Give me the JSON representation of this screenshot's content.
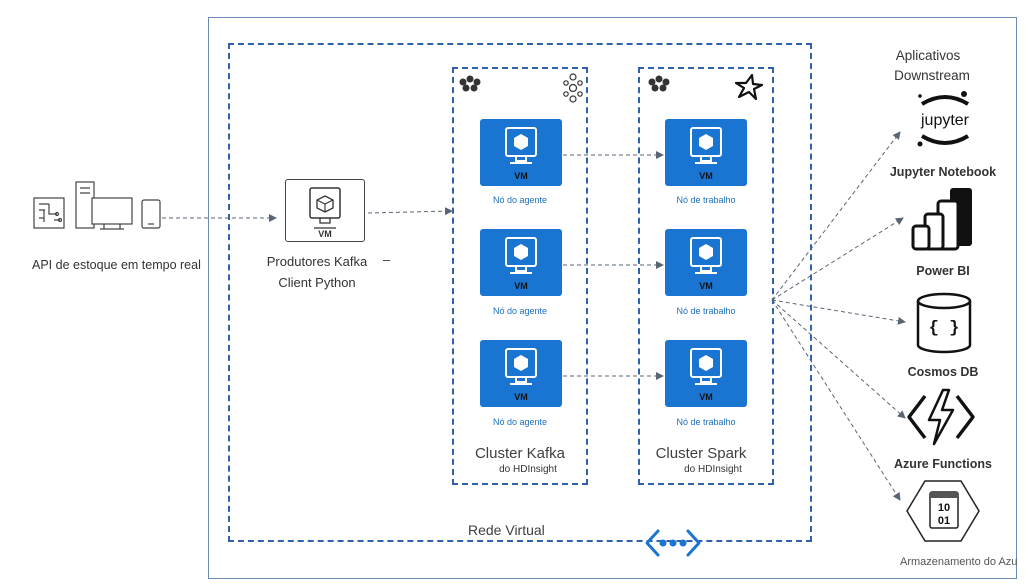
{
  "source": {
    "label": "API de estoque em tempo real"
  },
  "producer": {
    "vm_label": "VM",
    "title_line1": "Produtores Kafka",
    "title_line2": "Client Python",
    "dash": "–"
  },
  "vnet": {
    "label": "Rede Virtual"
  },
  "kafka_cluster": {
    "title": "Cluster Kafka",
    "subtitle": "do HDInsight",
    "nodes": [
      {
        "vm_label": "VM",
        "label": "Nó do agente"
      },
      {
        "vm_label": "VM",
        "label": "Nó do agente"
      },
      {
        "vm_label": "VM",
        "label": "Nó do agente"
      }
    ]
  },
  "spark_cluster": {
    "title": "Cluster Spark",
    "subtitle": "do HDInsight",
    "nodes": [
      {
        "vm_label": "VM",
        "label": "Nó de trabalho"
      },
      {
        "vm_label": "VM",
        "label": "Nó de trabalho"
      },
      {
        "vm_label": "VM",
        "label": "Nó de trabalho"
      }
    ]
  },
  "downstream": {
    "title_line1": "Aplicativos",
    "title_line2": "Downstream",
    "apps": [
      {
        "label": "Jupyter Notebook",
        "icon": "jupyter-icon",
        "logo_text": "jupyter"
      },
      {
        "label": "Power BI",
        "icon": "power-bi-icon"
      },
      {
        "label": "Cosmos DB",
        "icon": "cosmos-db-icon",
        "logo_text": "{ }"
      },
      {
        "label": "Azure Functions",
        "icon": "azure-functions-icon"
      },
      {
        "label": "Armazenamento do Azu",
        "icon": "azure-storage-icon",
        "logo_text": "10 01"
      }
    ]
  },
  "colors": {
    "azure_blue": "#1a74d1",
    "border_blue": "#2e62ad",
    "node_label_blue": "#1e6fbd",
    "arrow_gray": "#5a6573"
  }
}
